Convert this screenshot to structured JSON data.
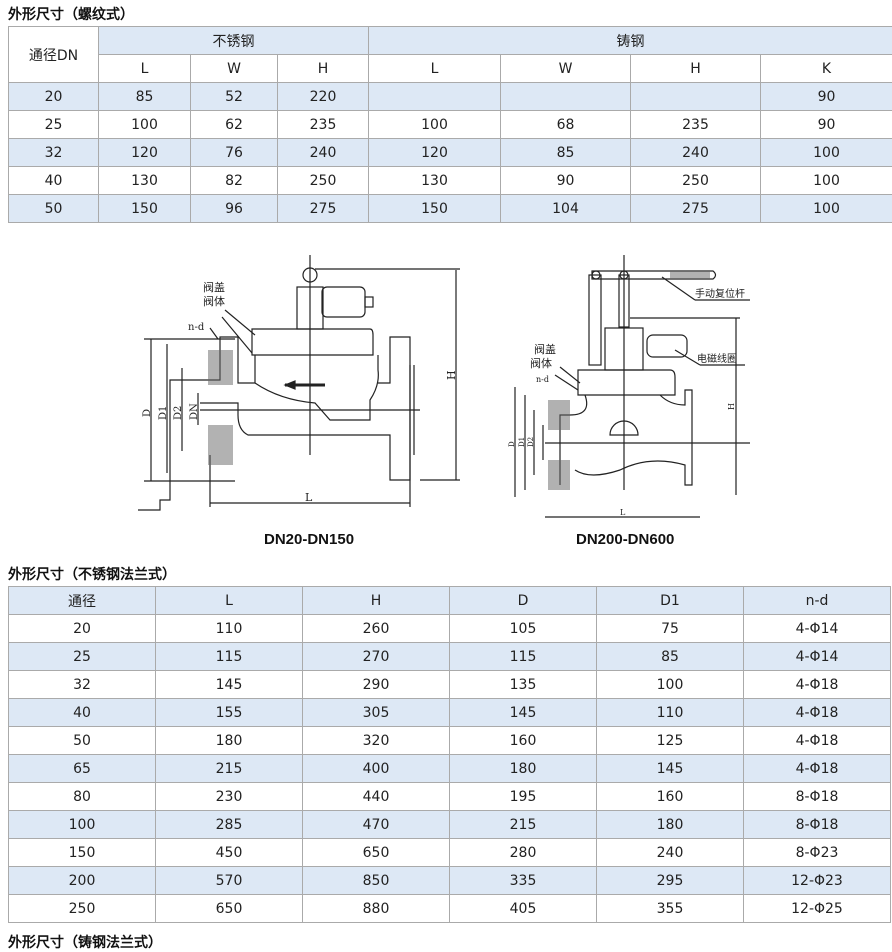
{
  "section1": {
    "title": "外形尺寸（螺纹式）",
    "dn_header": "通径DN",
    "group_stainless": "不锈钢",
    "group_cast": "铸钢",
    "sub_headers": [
      "L",
      "W",
      "H",
      "L",
      "W",
      "H",
      "K"
    ],
    "rows": [
      [
        "20",
        "85",
        "52",
        "220",
        "",
        "",
        "",
        "90"
      ],
      [
        "25",
        "100",
        "62",
        "235",
        "100",
        "68",
        "235",
        "90"
      ],
      [
        "32",
        "120",
        "76",
        "240",
        "120",
        "85",
        "240",
        "100"
      ],
      [
        "40",
        "130",
        "82",
        "250",
        "130",
        "90",
        "250",
        "100"
      ],
      [
        "50",
        "150",
        "96",
        "275",
        "150",
        "104",
        "275",
        "100"
      ]
    ]
  },
  "diagrams": {
    "left": {
      "caption": "DN20-DN150",
      "labels": {
        "bonnet": "阀盖",
        "body": "阀体",
        "nd": "n-d",
        "D": "D",
        "D1": "D1",
        "D2": "D2",
        "DN": "DN",
        "L": "L",
        "H": "H"
      }
    },
    "right": {
      "caption": "DN200-DN600",
      "labels": {
        "lever": "手动复位杆",
        "coil": "电磁线圈",
        "bonnet": "阀盖",
        "body": "阀体",
        "nd": "n-d",
        "D": "D",
        "D1": "D1",
        "D2": "D2",
        "L": "L",
        "H": "H"
      }
    }
  },
  "section2": {
    "title": "外形尺寸（不锈钢法兰式）",
    "headers": [
      "通径",
      "L",
      "H",
      "D",
      "D1",
      "n-d"
    ],
    "rows": [
      [
        "20",
        "110",
        "260",
        "105",
        "75",
        "4-Φ14"
      ],
      [
        "25",
        "115",
        "270",
        "115",
        "85",
        "4-Φ14"
      ],
      [
        "32",
        "145",
        "290",
        "135",
        "100",
        "4-Φ18"
      ],
      [
        "40",
        "155",
        "305",
        "145",
        "110",
        "4-Φ18"
      ],
      [
        "50",
        "180",
        "320",
        "160",
        "125",
        "4-Φ18"
      ],
      [
        "65",
        "215",
        "400",
        "180",
        "145",
        "4-Φ18"
      ],
      [
        "80",
        "230",
        "440",
        "195",
        "160",
        "8-Φ18"
      ],
      [
        "100",
        "285",
        "470",
        "215",
        "180",
        "8-Φ18"
      ],
      [
        "150",
        "450",
        "650",
        "280",
        "240",
        "8-Φ23"
      ],
      [
        "200",
        "570",
        "850",
        "335",
        "295",
        "12-Φ23"
      ],
      [
        "250",
        "650",
        "880",
        "405",
        "355",
        "12-Φ25"
      ]
    ]
  },
  "section3": {
    "title": "外形尺寸（铸钢法兰式）"
  }
}
